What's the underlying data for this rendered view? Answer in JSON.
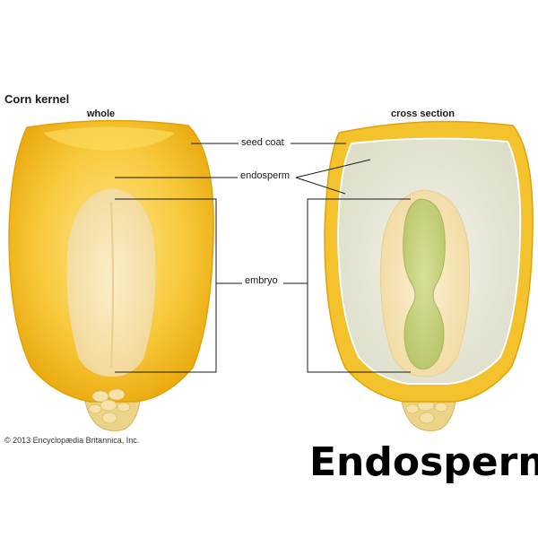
{
  "diagram": {
    "title": "Corn kernel",
    "views": {
      "whole": "whole",
      "cross_section": "cross section"
    },
    "labels": {
      "seed_coat": "seed coat",
      "endosperm": "endosperm",
      "embryo": "embryo"
    },
    "copyright": "© 2013 Encyclopædia Britannica, Inc."
  },
  "caption": "Endosperm",
  "colors": {
    "seed_coat_yellow": "#f2b817",
    "kernel_highlight": "#fbd95a",
    "endosperm_cream": "#eeeee2",
    "embryo_beige": "#f4e0ae",
    "embryo_green": "#c9d581",
    "line": "#1a1a1a"
  }
}
